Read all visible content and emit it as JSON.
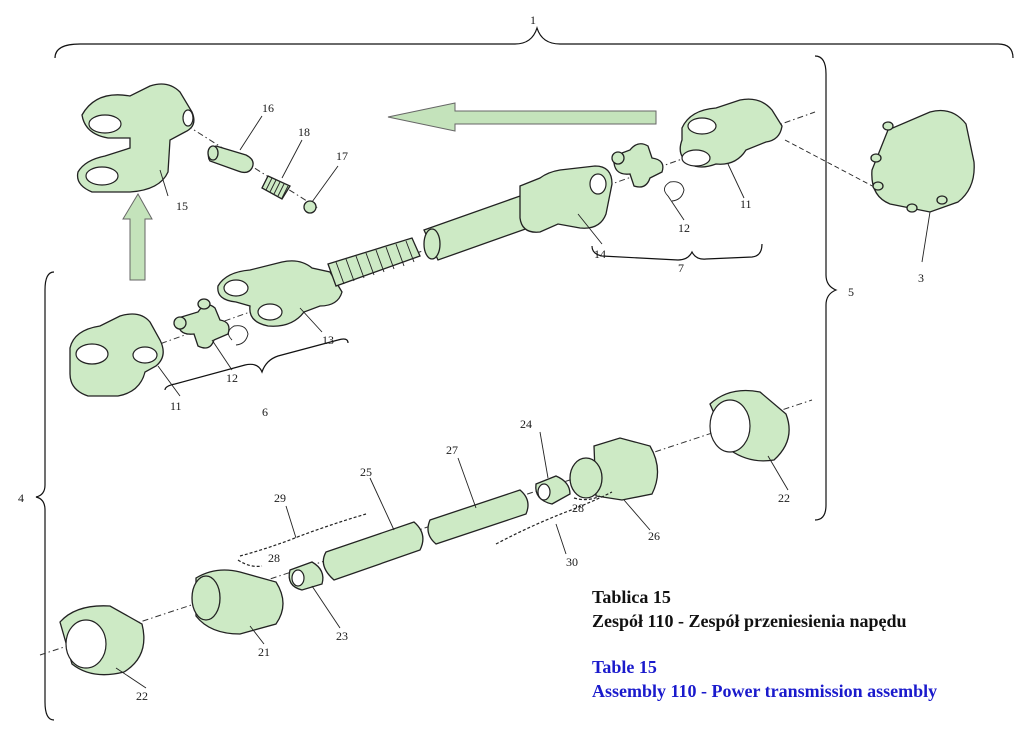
{
  "colors": {
    "part_fill": "#cdeac5",
    "part_stroke": "#222222",
    "arrow_fill": "#c4e3bb",
    "polish_caption": "#111111",
    "english_caption": "#1a1acc"
  },
  "caption": {
    "pl_line1": "Tablica 15",
    "pl_line2": "Zespół 110 - Zespół przeniesienia napędu",
    "en_line1": "Table 15",
    "en_line2": "Assembly 110 - Power transmission assembly"
  },
  "callouts": {
    "c1": "1",
    "c3": "3",
    "c4": "4",
    "c5": "5",
    "c6": "6",
    "c7": "7",
    "c11a": "11",
    "c11b": "11",
    "c12a": "12",
    "c12b": "12",
    "c13": "13",
    "c14": "14",
    "c15": "15",
    "c16": "16",
    "c17": "17",
    "c18": "18",
    "c21": "21",
    "c22a": "22",
    "c22b": "22",
    "c23": "23",
    "c24": "24",
    "c25": "25",
    "c26": "26",
    "c27": "27",
    "c28a": "28",
    "c28b": "28",
    "c29": "29",
    "c30": "30"
  }
}
